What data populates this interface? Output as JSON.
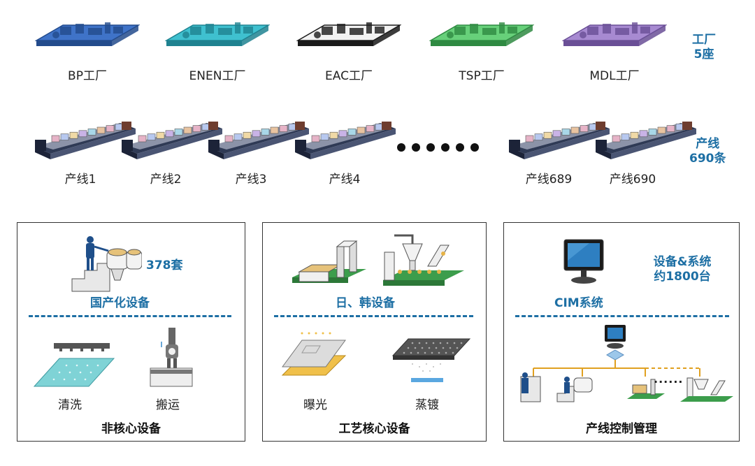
{
  "factories": [
    {
      "label": "BP工厂",
      "color": "#3f73c8",
      "dark": "#234b8c"
    },
    {
      "label": "ENEN工厂",
      "color": "#3fc0cf",
      "dark": "#1f8290"
    },
    {
      "label": "EAC工厂",
      "color": "#f2f2f2",
      "dark": "#1a1a1a"
    },
    {
      "label": "TSP工厂",
      "color": "#67d07a",
      "dark": "#2f8a42"
    },
    {
      "label": "MDL工厂",
      "color": "#a78ad1",
      "dark": "#6a4f96"
    }
  ],
  "factory_summary": {
    "line1": "工厂",
    "line2": "5座"
  },
  "lines": [
    "产线1",
    "产线2",
    "产线3",
    "产线4",
    "产线689",
    "产线690"
  ],
  "line_summary": {
    "line1": "产线",
    "line2": "690条"
  },
  "panels": {
    "noncore": {
      "count": "378套",
      "subtitle": "国产化设备",
      "items": [
        "清洗",
        "搬运"
      ],
      "title": "非核心设备"
    },
    "process": {
      "subtitle": "日、韩设备",
      "items": [
        "曝光",
        "蒸镀"
      ],
      "title": "工艺核心设备"
    },
    "control": {
      "count_line1": "设备&系统",
      "count_line2": "约1800台",
      "subtitle": "CIM系统",
      "ellipsis": "......",
      "title": "产线控制管理"
    }
  }
}
